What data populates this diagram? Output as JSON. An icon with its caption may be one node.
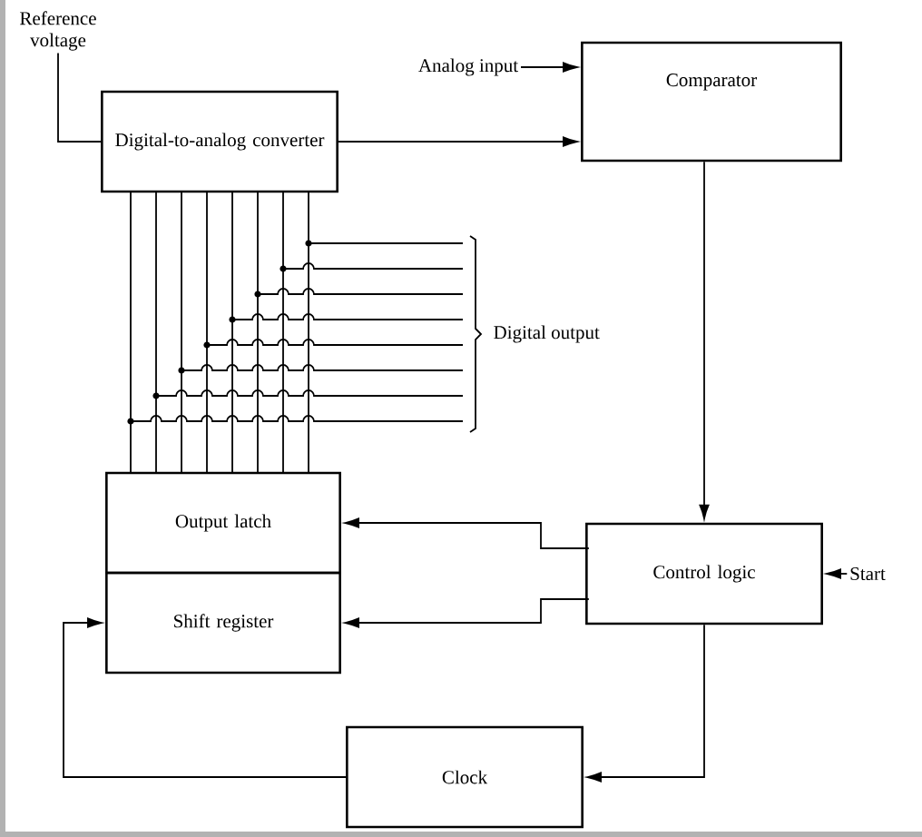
{
  "diagram": {
    "nodes": [
      {
        "text": [
          "Reference voltage"
        ]
      },
      {
        "text": [
          "Digital-to-analog converter"
        ]
      },
      {
        "text": [
          "Analog input"
        ]
      },
      {
        "text": [
          "Comparator"
        ]
      },
      {
        "text": [
          "Output latch"
        ]
      },
      {
        "text": [
          "Shift register"
        ]
      },
      {
        "text": [
          "Control logic"
        ]
      },
      {
        "text": [
          "Start"
        ]
      },
      {
        "text": [
          "Clock"
        ]
      }
    ],
    "edges": [
      {
        "from": 0,
        "to": 1,
        "arrow": "none"
      },
      {
        "from": 2,
        "to": 3,
        "arrow": "to"
      },
      {
        "from": 1,
        "to": 3,
        "arrow": "to"
      },
      {
        "from": 3,
        "to": 6,
        "arrow": "to"
      },
      {
        "from": 6,
        "to": 4,
        "arrow": "to"
      },
      {
        "from": 6,
        "to": 5,
        "arrow": "to"
      },
      {
        "from": 7,
        "to": 6,
        "arrow": "to"
      },
      {
        "from": 6,
        "to": 8,
        "arrow": "to"
      },
      {
        "from": 8,
        "to": 5,
        "arrow": "to"
      },
      {
        "from": 1,
        "to": 4,
        "arrow": "none"
      }
    ],
    "labels": [
      "Digital output"
    ]
  }
}
